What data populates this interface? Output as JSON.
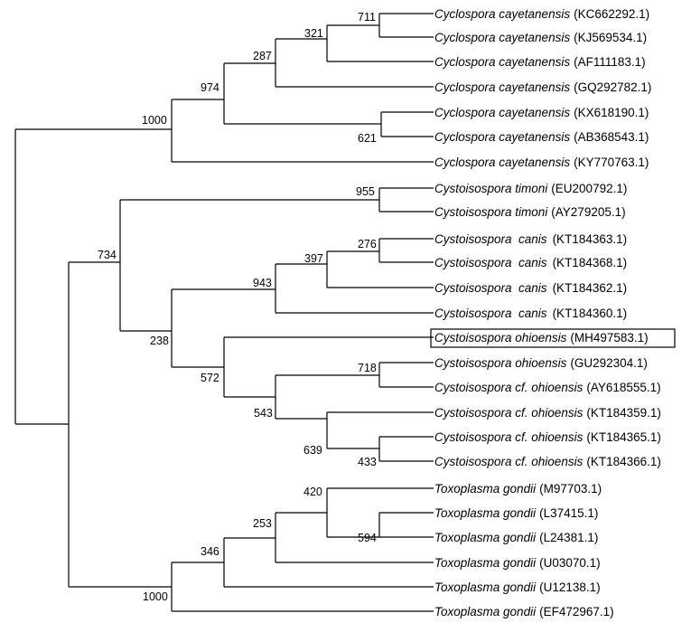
{
  "tree": {
    "leaves": [
      {
        "species": "Cyclospora cayetanensis",
        "accession": "(KC662292.1)"
      },
      {
        "species": "Cyclospora cayetanensis",
        "accession": "(KJ569534.1)"
      },
      {
        "species": "Cyclospora cayetanensis",
        "accession": "(AF111183.1)"
      },
      {
        "species": "Cyclospora cayetanensis",
        "accession": "(GQ292782.1)"
      },
      {
        "species": "Cyclospora cayetanensis",
        "accession": "(KX618190.1)"
      },
      {
        "species": "Cyclospora cayetanensis",
        "accession": "(AB368543.1)"
      },
      {
        "species": "Cyclospora cayetanensis",
        "accession": "(KY770763.1)"
      },
      {
        "species": "Cystoisospora timoni",
        "accession": "(EU200792.1)"
      },
      {
        "species": "Cystoisospora timoni",
        "accession": "(AY279205.1)"
      },
      {
        "species": "Cystoisospora  canis",
        "accession": "(KT184363.1)"
      },
      {
        "species": "Cystoisospora  canis",
        "accession": "(KT184368.1)"
      },
      {
        "species": "Cystoisospora  canis",
        "accession": "(KT184362.1)"
      },
      {
        "species": "Cystoisospora  canis",
        "accession": "(KT184360.1)"
      },
      {
        "species": "Cystoisospora ohioensis",
        "accession": "(MH497583.1)",
        "highlighted": true
      },
      {
        "species": "Cystoisospora ohioensis",
        "accession": "(GU292304.1)"
      },
      {
        "species": "Cystoisospora cf. ohioensis",
        "accession": "(AY618555.1)"
      },
      {
        "species": "Cystoisospora cf. ohioensis",
        "accession": "(KT184359.1)"
      },
      {
        "species": "Cystoisospora cf. ohioensis",
        "accession": "(KT184365.1)"
      },
      {
        "species": "Cystoisospora cf. ohioensis",
        "accession": "(KT184366.1)"
      },
      {
        "species": "Toxoplasma gondii",
        "accession": "(M97703.1)"
      },
      {
        "species": "Toxoplasma gondii",
        "accession": "(L37415.1)"
      },
      {
        "species": "Toxoplasma gondii",
        "accession": "(L24381.1)"
      },
      {
        "species": "Toxoplasma gondii",
        "accession": "(U03070.1)"
      },
      {
        "species": "Toxoplasma gondii",
        "accession": "(U12138.1)"
      },
      {
        "species": "Toxoplasma gondii",
        "accession": "(EF472967.1)"
      }
    ],
    "bootstrap": {
      "n711": "711",
      "n321": "321",
      "n287": "287",
      "n974": "974",
      "n621": "621",
      "nCyclo": "1000",
      "n955": "955",
      "n734": "734",
      "n276": "276",
      "n397": "397",
      "n943": "943",
      "n238": "238",
      "n718": "718",
      "n572": "572",
      "n543": "543",
      "n639": "639",
      "n433": "433",
      "n420": "420",
      "n594": "594",
      "n253": "253",
      "n346": "346",
      "nToxo": "1000"
    }
  }
}
